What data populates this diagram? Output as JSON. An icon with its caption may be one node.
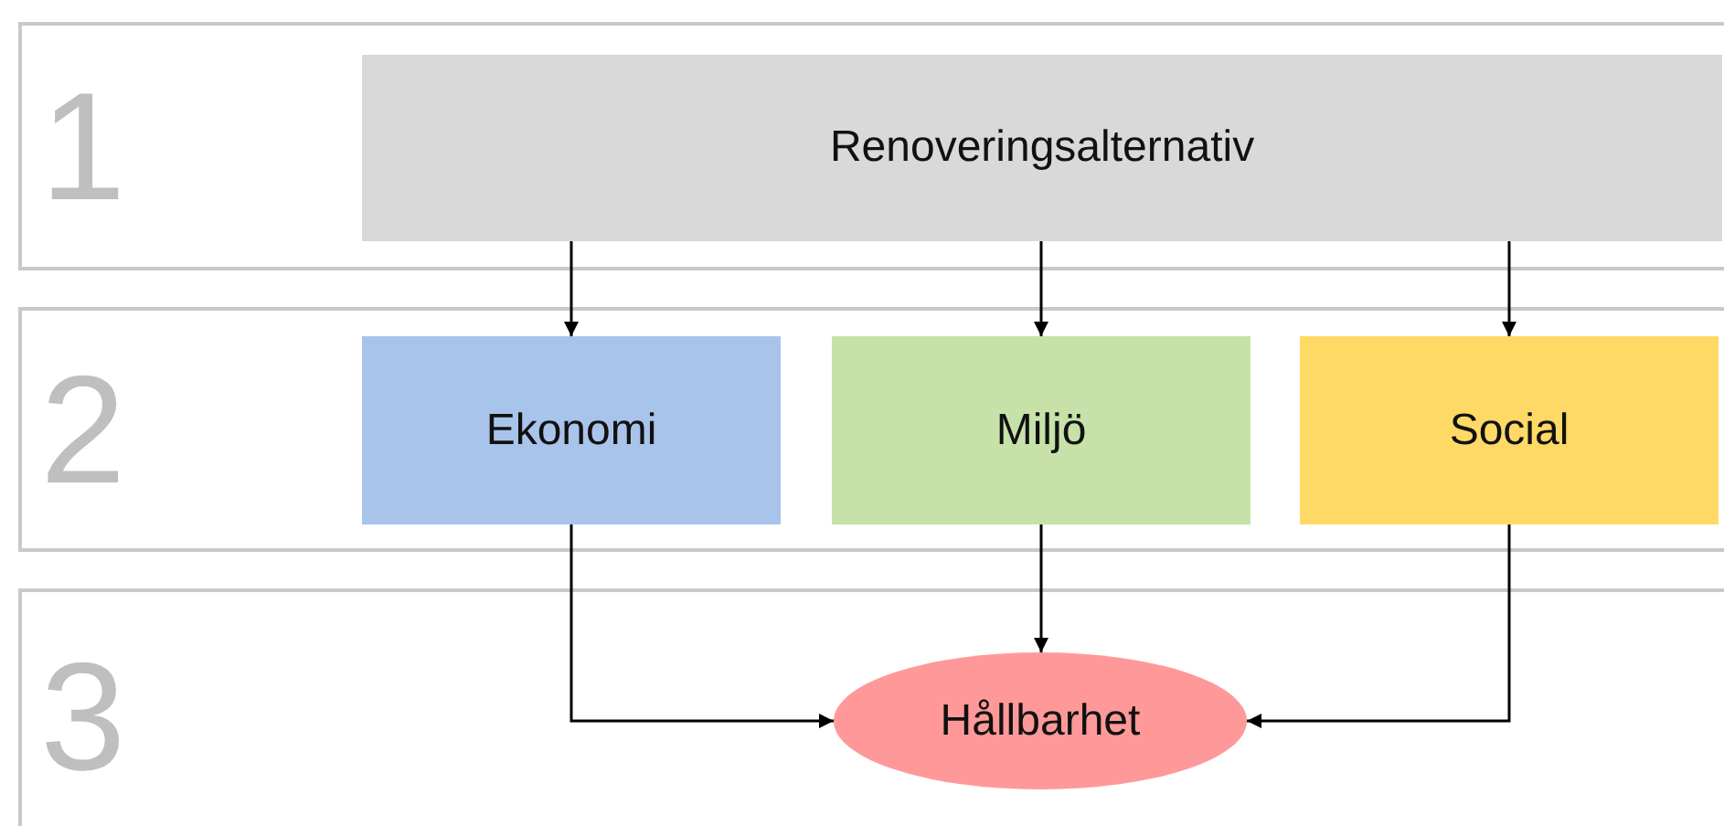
{
  "diagram": {
    "nodes": [
      {
        "text": [
          "1"
        ]
      },
      {
        "text": [
          "Renoveringsalternativ"
        ],
        "in": 0
      },
      {
        "text": [
          "2"
        ]
      },
      {
        "text": [
          "Ekonomi"
        ],
        "in": 2
      },
      {
        "text": [
          "Miljö"
        ],
        "in": 2
      },
      {
        "text": [
          "Social"
        ],
        "in": 2
      },
      {
        "text": [
          "3"
        ]
      },
      {
        "text": [
          "Hållbarhet"
        ],
        "in": 6
      }
    ],
    "edges": [
      {
        "from": 1,
        "to": 3,
        "arrow": "to"
      },
      {
        "from": 1,
        "to": 4,
        "arrow": "to"
      },
      {
        "from": 1,
        "to": 5,
        "arrow": "to"
      },
      {
        "from": 3,
        "to": 7,
        "arrow": "to"
      },
      {
        "from": 4,
        "to": 7,
        "arrow": "to"
      },
      {
        "from": 5,
        "to": 7,
        "arrow": "to"
      }
    ]
  }
}
